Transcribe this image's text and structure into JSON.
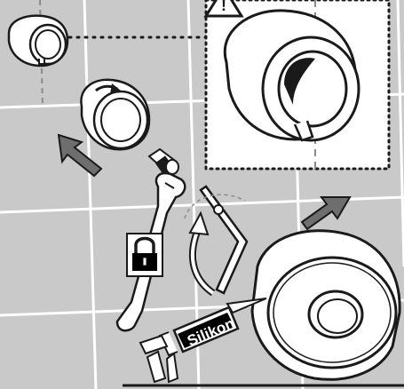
{
  "illustration": {
    "background_color": "#c9c9c9",
    "grout_color": "#ffffff",
    "line_color": "#1a1a1a",
    "fill_color": "#ffffff",
    "dash_color": "#8a8a8a",
    "arrow_fill": "#6e6e6e",
    "badge_fill": "#000000"
  },
  "warning": {
    "symbol": "!",
    "icon": "warning-triangle-icon"
  },
  "lock": {
    "icon": "padlock-icon"
  },
  "tape": {
    "icon": "tape-roll-icon"
  },
  "caulk_gun": {
    "icon": "caulk-gun-icon",
    "label": "Silikon"
  },
  "parts": [
    {
      "name": "collar-ring",
      "icon": "ring-icon"
    },
    {
      "name": "rosette-sleeve",
      "icon": "sleeve-icon"
    },
    {
      "name": "wall-connector",
      "icon": "connector-icon"
    },
    {
      "name": "open-end-wrench",
      "icon": "wrench-icon"
    },
    {
      "name": "allen-key",
      "icon": "hex-key-icon"
    }
  ],
  "motion_arrows": [
    {
      "name": "insert-arrow-left",
      "icon": "arrow-icon"
    },
    {
      "name": "insert-arrow-right",
      "icon": "arrow-icon"
    },
    {
      "name": "rotate-arrow",
      "icon": "rotate-arrow-icon"
    }
  ]
}
